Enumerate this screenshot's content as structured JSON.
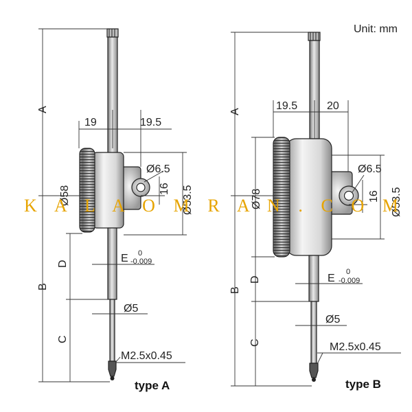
{
  "unit": "Unit: mm",
  "watermark": "K A L A O M R A N . C O M",
  "type_a": {
    "label": "type A",
    "dims": {
      "A": "A",
      "B": "B",
      "C": "C",
      "D": "D",
      "w19": "19",
      "w195": "19.5",
      "d65": "Ø6.5",
      "v16": "16",
      "d535": "Ø53.5",
      "d58": "Ø58",
      "E": "E",
      "E_up": "0",
      "E_low": "-0.009",
      "d5": "Ø5",
      "thread": "M2.5x0.45"
    }
  },
  "type_b": {
    "label": "type B",
    "dims": {
      "A": "A",
      "B": "B",
      "C": "C",
      "D": "D",
      "w195": "19.5",
      "w20": "20",
      "d65": "Ø6.5",
      "v16": "16",
      "d535": "Ø53.5",
      "d78": "Ø78",
      "E": "E",
      "E_up": "0",
      "E_low": "-0.009",
      "d5": "Ø5",
      "thread": "M2.5x0.45"
    }
  },
  "colors": {
    "body_light": "#f2f2f2",
    "body_dark": "#8c8c8c",
    "watermark": "#e7a400"
  }
}
